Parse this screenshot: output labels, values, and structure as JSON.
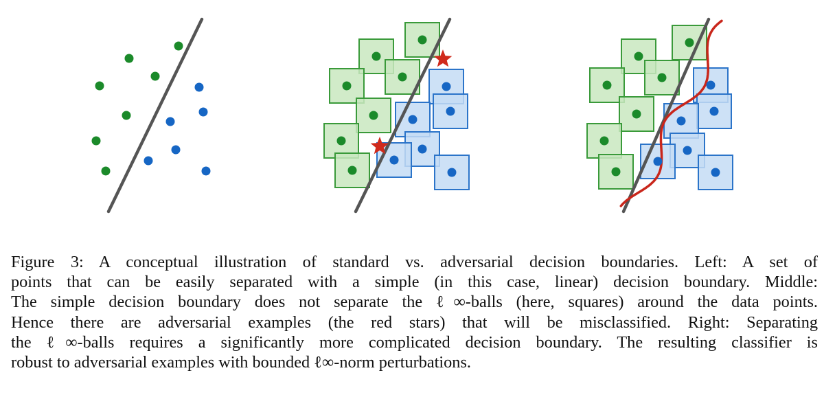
{
  "colors": {
    "green_point": "#1b8a2a",
    "blue_point": "#1666c4",
    "green_fill": "#c9e7c0",
    "green_edge": "#3a9a3a",
    "blue_fill": "#c4dcf5",
    "blue_edge": "#2b74c9",
    "boundary": "#555555",
    "robust_boundary": "#c9261b",
    "star": "#d02a1c"
  },
  "panels": [
    {
      "name": "left",
      "green_points": [
        [
          145,
          125
        ],
        [
          188,
          85
        ],
        [
          226,
          111
        ],
        [
          260,
          67
        ],
        [
          184,
          168
        ],
        [
          140,
          205
        ],
        [
          154,
          249
        ]
      ],
      "blue_points": [
        [
          290,
          127
        ],
        [
          296,
          163
        ],
        [
          248,
          177
        ],
        [
          256,
          218
        ],
        [
          216,
          234
        ],
        [
          300,
          249
        ]
      ],
      "boxes": false,
      "stars": [],
      "boundary": [
        [
          294,
          28
        ],
        [
          158,
          308
        ]
      ],
      "robust_boundary": false
    },
    {
      "name": "middle",
      "green_points": [
        [
          548,
          82
        ],
        [
          615,
          58
        ],
        [
          586,
          112
        ],
        [
          505,
          125
        ],
        [
          544,
          168
        ],
        [
          497,
          205
        ],
        [
          513,
          248
        ]
      ],
      "blue_points": [
        [
          650,
          126
        ],
        [
          656,
          162
        ],
        [
          601,
          174
        ],
        [
          615,
          217
        ],
        [
          574,
          233
        ],
        [
          658,
          251
        ]
      ],
      "boxes": true,
      "stars": [
        [
          645,
          86
        ],
        [
          553,
          213
        ]
      ],
      "boundary": [
        [
          655,
          28
        ],
        [
          518,
          308
        ]
      ],
      "robust_boundary": false
    },
    {
      "name": "right",
      "green_points": [
        [
          930,
          82
        ],
        [
          1004,
          62
        ],
        [
          964,
          113
        ],
        [
          884,
          124
        ],
        [
          927,
          166
        ],
        [
          880,
          205
        ],
        [
          897,
          250
        ]
      ],
      "blue_points": [
        [
          1035,
          124
        ],
        [
          1040,
          162
        ],
        [
          992,
          176
        ],
        [
          1001,
          219
        ],
        [
          958,
          235
        ],
        [
          1042,
          251
        ]
      ],
      "boxes": true,
      "stars": [],
      "boundary": [
        [
          1032,
          28
        ],
        [
          908,
          308
        ]
      ],
      "robust_boundary": true
    }
  ],
  "caption_lines": [
    "Figure 3: A conceptual illustration of standard vs. adversarial decision boundaries. Left: A set of",
    "points that can be easily separated with a simple (in this case, linear) decision boundary. Middle:",
    "The simple decision boundary does not separate the ℓ∞-balls (here, squares) around the data points.",
    "Hence there are adversarial examples (the red stars) that will be misclassified. Right: Separating",
    "the ℓ∞-balls requires a significantly more complicated decision boundary. The resulting classifier is",
    "robust to adversarial examples with bounded ℓ∞-norm perturbations."
  ]
}
